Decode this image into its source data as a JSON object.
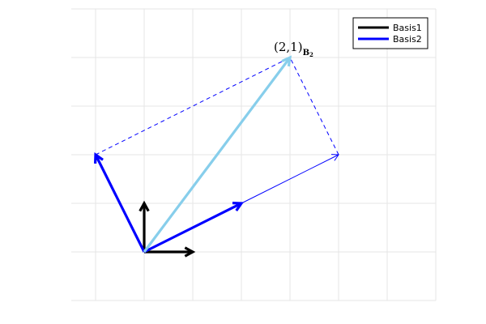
{
  "chart_data": {
    "type": "line",
    "title": "",
    "xlabel": "",
    "ylabel": "",
    "xlim": [
      -1.5,
      6
    ],
    "ylim": [
      -1,
      5
    ],
    "grid": true,
    "axis_ticks_shown": false,
    "legend": {
      "placement": "top-right",
      "entries": [
        {
          "name": "Basis1",
          "color": "#000000"
        },
        {
          "name": "Basis2",
          "color": "#0000ff"
        }
      ]
    },
    "arrows": [
      {
        "name": "Basis1",
        "from": [
          0,
          0
        ],
        "to": [
          1,
          0
        ],
        "color": "#000000",
        "style": "solid",
        "weight": "thick"
      },
      {
        "name": "Basis1",
        "from": [
          0,
          0
        ],
        "to": [
          0,
          1
        ],
        "color": "#000000",
        "style": "solid",
        "weight": "thick"
      },
      {
        "name": "Basis2",
        "from": [
          0,
          0
        ],
        "to": [
          2,
          1
        ],
        "color": "#0000ff",
        "style": "solid",
        "weight": "thick"
      },
      {
        "name": "Basis2",
        "from": [
          0,
          0
        ],
        "to": [
          -1,
          2
        ],
        "color": "#0000ff",
        "style": "solid",
        "weight": "thick"
      },
      {
        "name": "",
        "from": [
          2,
          1
        ],
        "to": [
          4,
          2
        ],
        "color": "#0000ff",
        "style": "solid",
        "weight": "thin"
      },
      {
        "name": "",
        "from": [
          0,
          0
        ],
        "to": [
          3,
          4
        ],
        "color": "#87ceeb",
        "style": "solid",
        "weight": "thick"
      }
    ],
    "lines": [
      {
        "from": [
          -1,
          2
        ],
        "to": [
          3,
          4
        ],
        "color": "#0000ff",
        "style": "dashed"
      },
      {
        "from": [
          4,
          2
        ],
        "to": [
          3,
          4
        ],
        "color": "#0000ff",
        "style": "dashed"
      }
    ],
    "annotations": [
      {
        "x": 3,
        "y": 4,
        "text": "(2,1)",
        "subscript": "B",
        "subsubscript": "2"
      }
    ]
  }
}
